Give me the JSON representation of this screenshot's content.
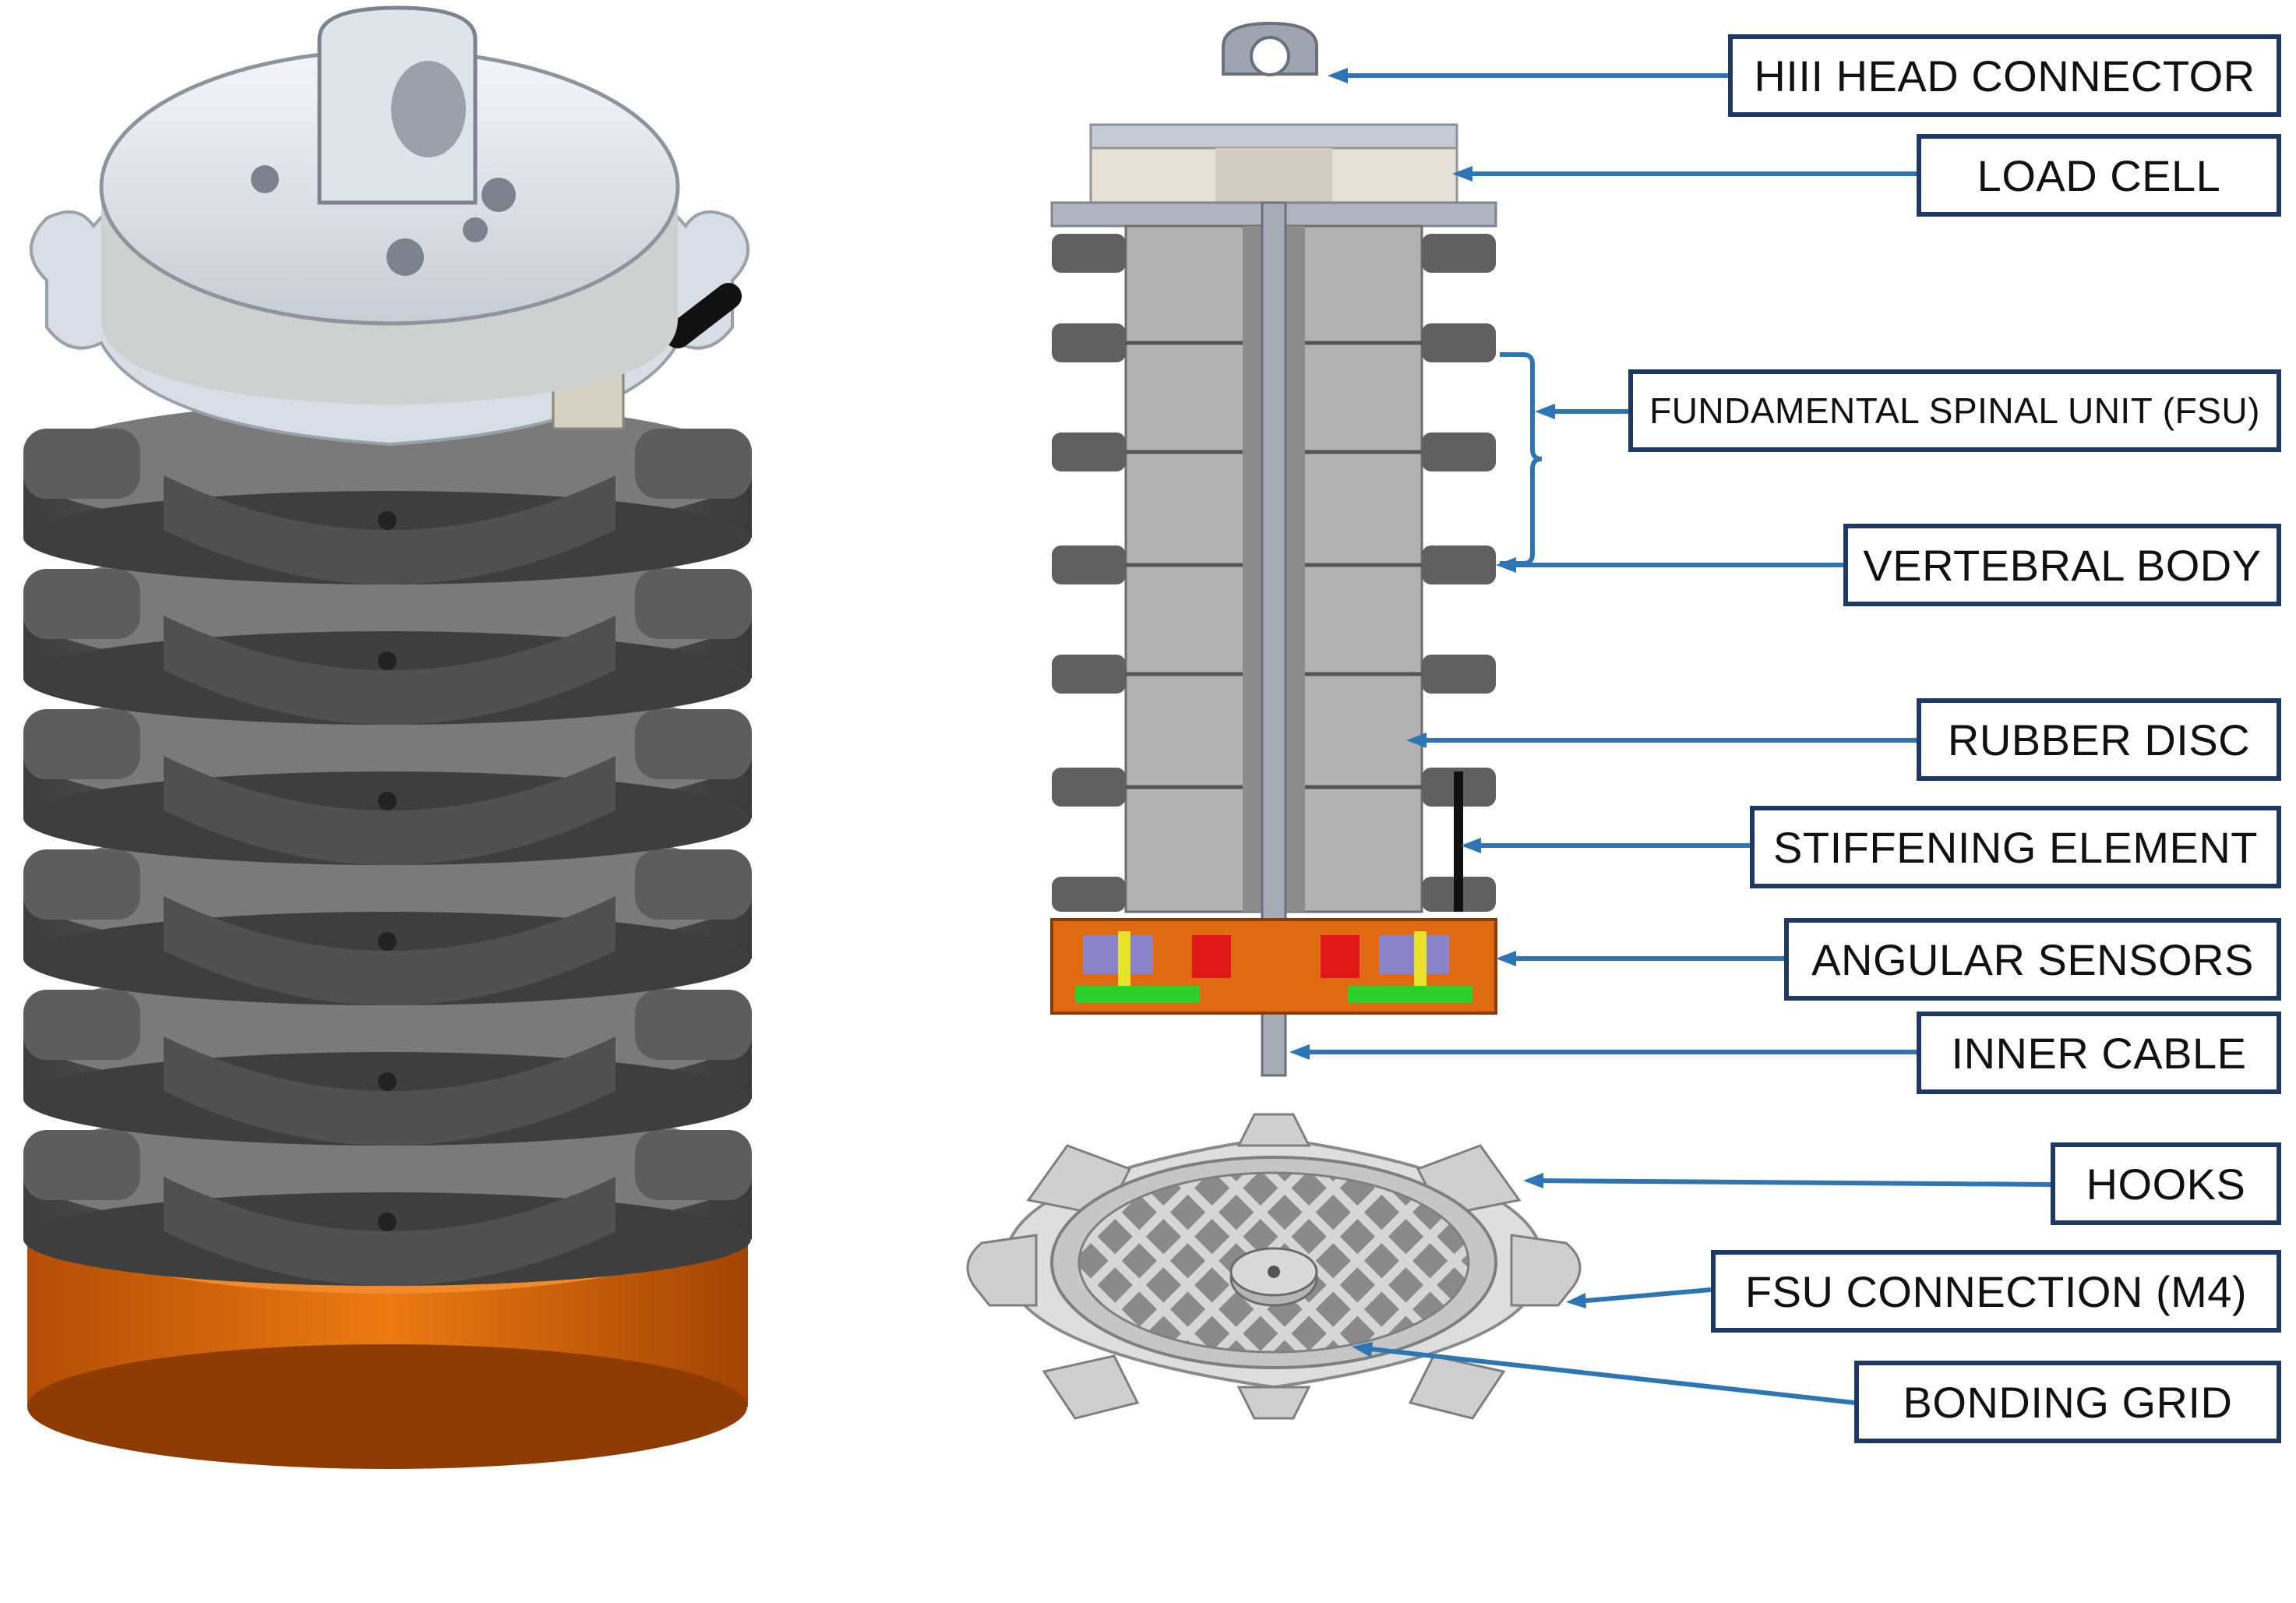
{
  "labels": {
    "hiii_head_connector": "HIII HEAD CONNECTOR",
    "load_cell": "LOAD CELL",
    "fsu": "FUNDAMENTAL SPINAL UNIT (FSU)",
    "vertebral_body": "VERTEBRAL BODY",
    "rubber_disc": "RUBBER DISC",
    "stiffening_element": "STIFFENING ELEMENT",
    "angular_sensors": "ANGULAR SENSORS",
    "inner_cable": "INNER CABLE",
    "hooks": "HOOKS",
    "fsu_connection": "FSU CONNECTION (M4)",
    "bonding_grid": "BONDING GRID"
  },
  "colors": {
    "leader_line": "#2e75b6",
    "label_border": "#1f3864",
    "base_orange": "#e8730f",
    "vertebra_gray": "#5a5a5a",
    "top_plate": "#e6e9ef"
  }
}
